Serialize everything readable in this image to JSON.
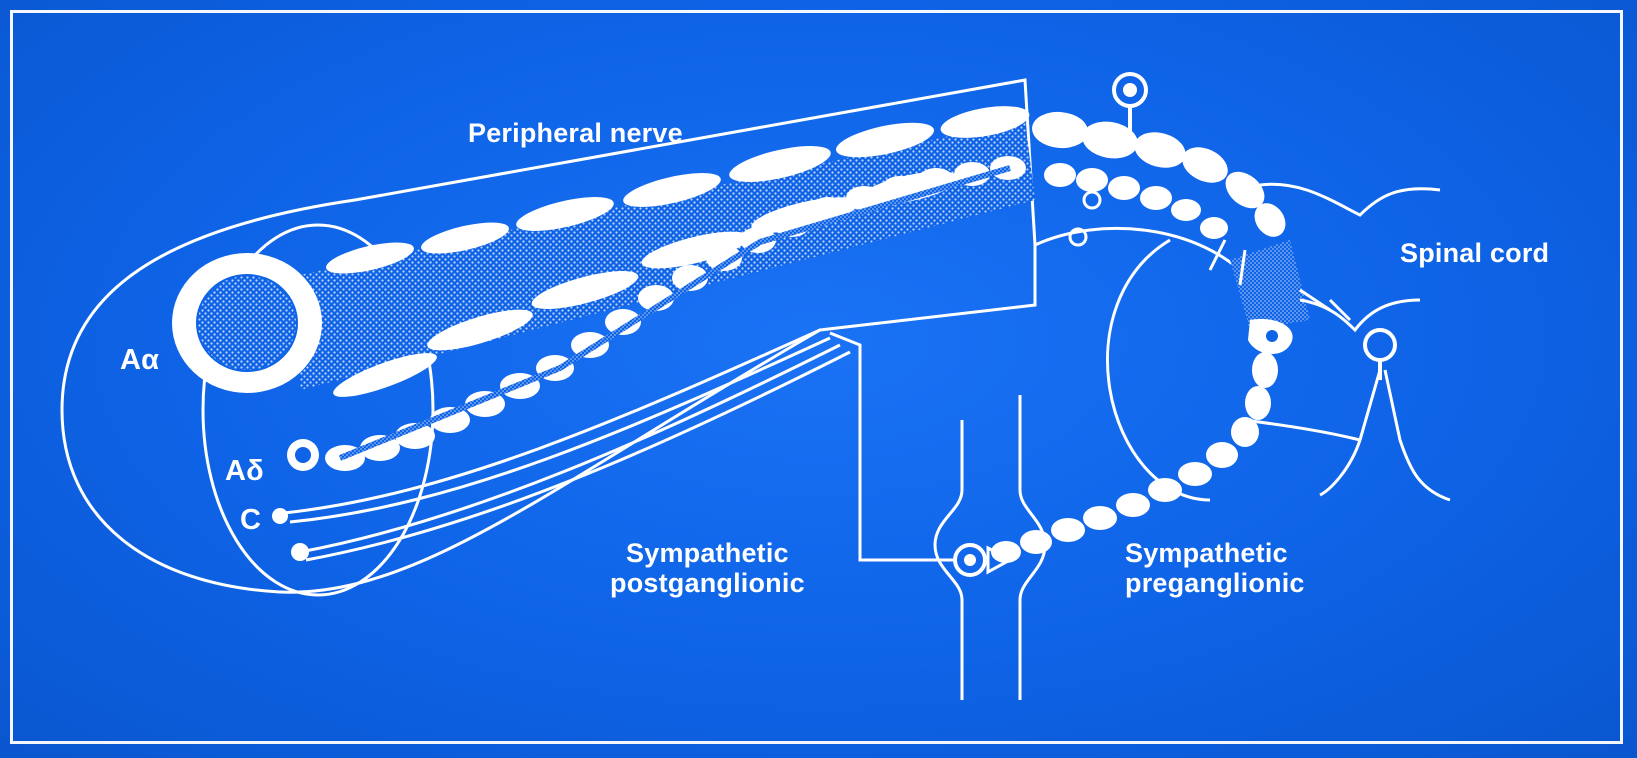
{
  "diagram": {
    "labels": {
      "peripheral_nerve": "Peripheral nerve",
      "spinal_cord": "Spinal cord",
      "a_alpha": "Aα",
      "a_delta": "Aδ",
      "c_fiber": "C",
      "sympathetic_postganglionic": "Sympathetic\npostganglionic",
      "sympathetic_preganglionic": "Sympathetic\npreganglionic"
    },
    "colors": {
      "background": "#0e63e6",
      "line": "#ffffff"
    }
  }
}
